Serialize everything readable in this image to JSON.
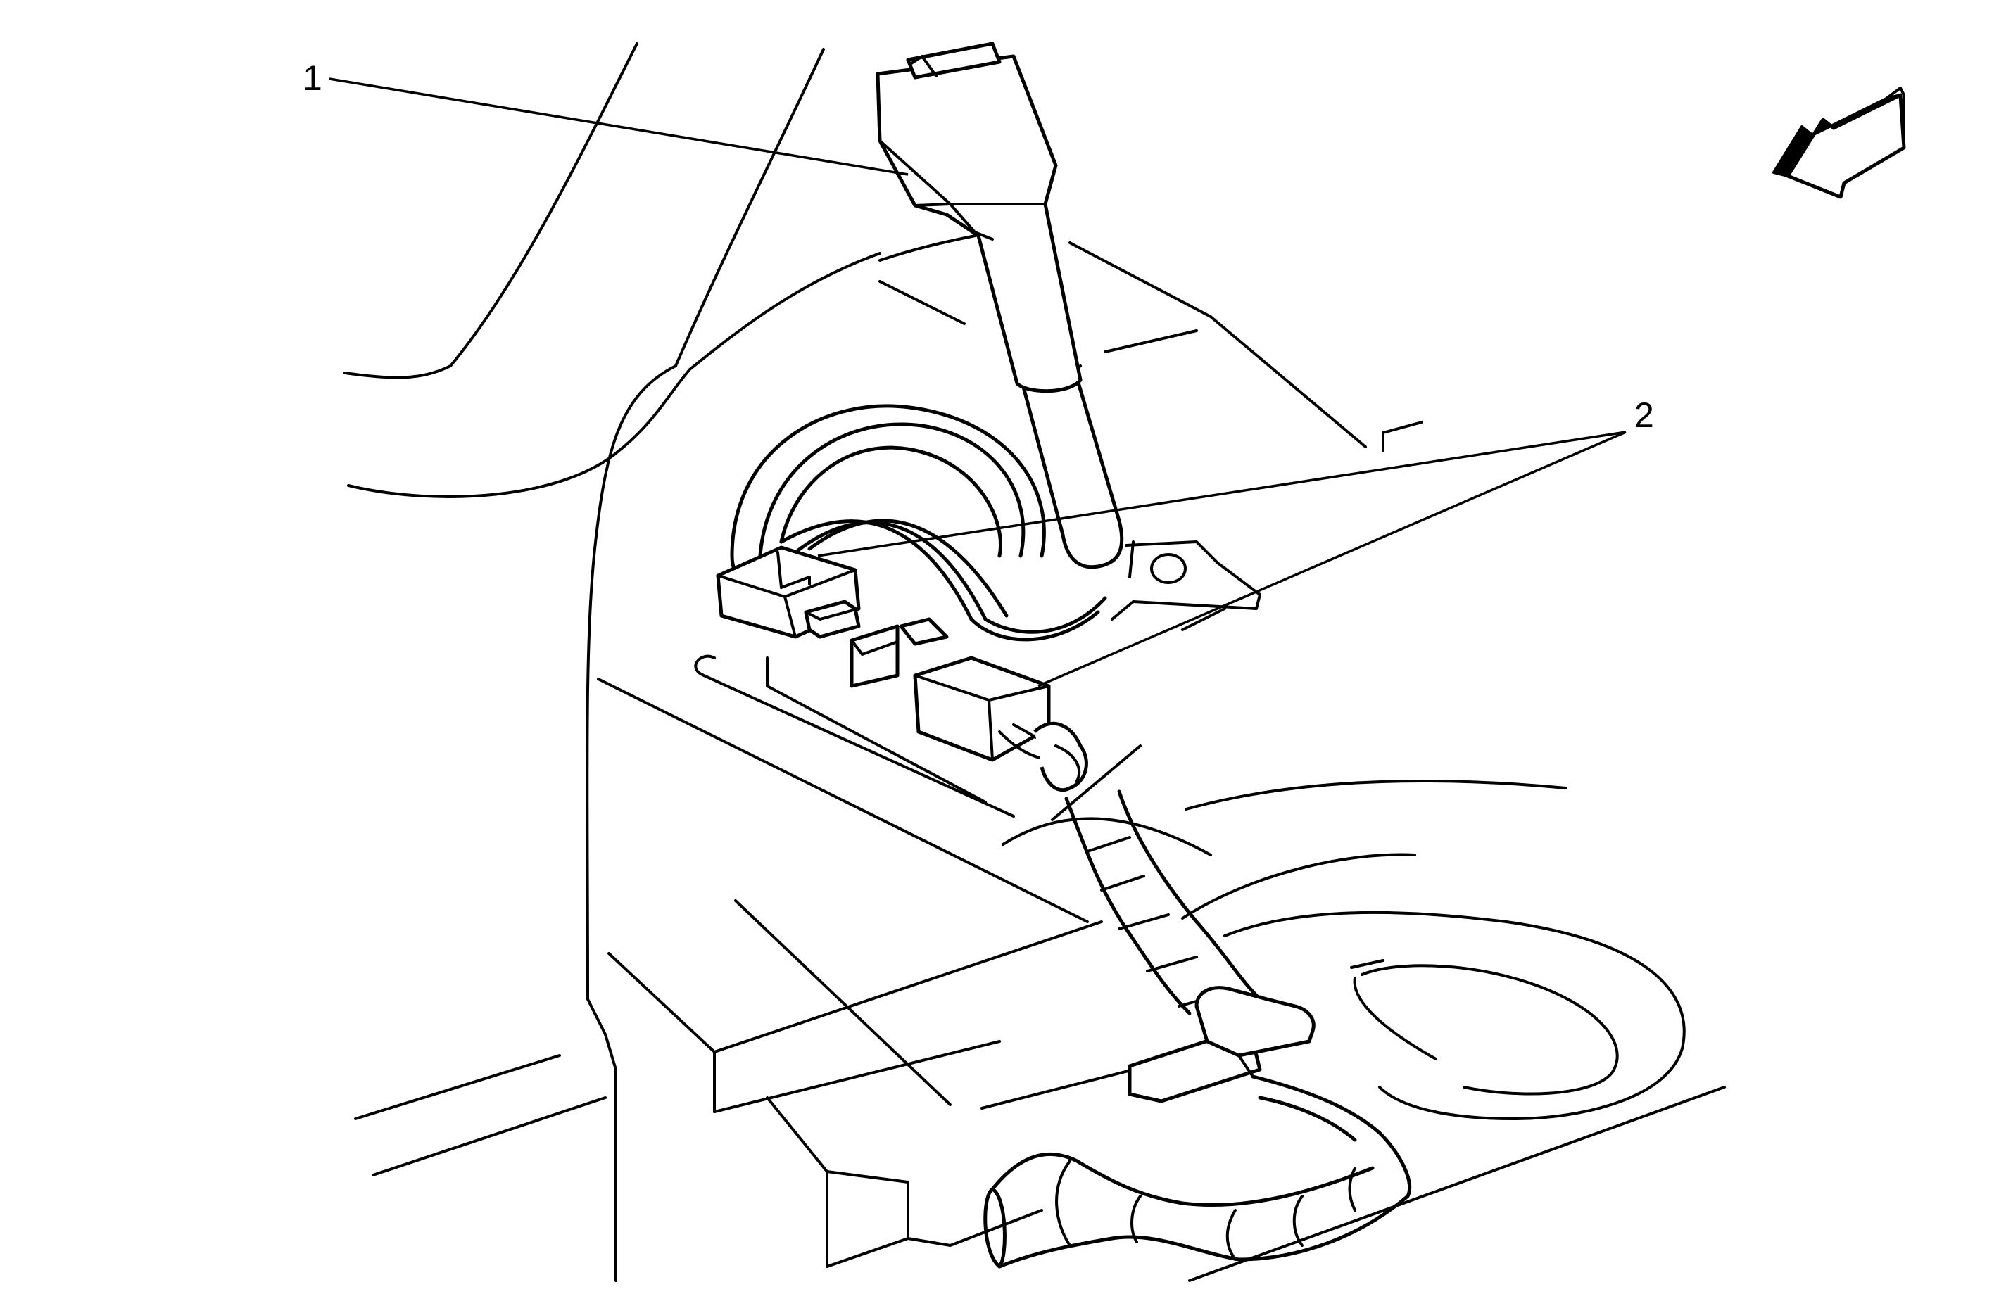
{
  "diagram": {
    "callouts": [
      {
        "id": "1",
        "label": "1"
      },
      {
        "id": "2",
        "label": "2"
      }
    ],
    "icons": {
      "orientation_arrow": "direction-arrow-icon"
    }
  }
}
